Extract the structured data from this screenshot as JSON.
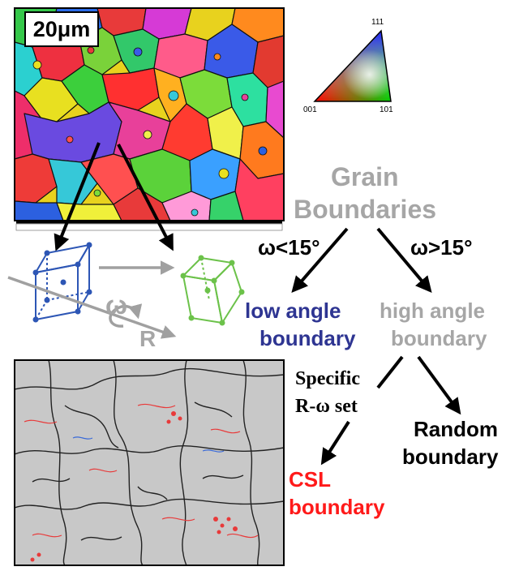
{
  "scale_bar": "20μm",
  "ipf_key": {
    "top": "111",
    "left": "001",
    "right": "101"
  },
  "header": {
    "line1": "Grain",
    "line2": "Boundaries"
  },
  "conditions": {
    "low": "ω<15°",
    "high": "ω>15°"
  },
  "low_angle": {
    "line1": "low angle",
    "line2": "boundary"
  },
  "high_angle": {
    "line1": "high angle",
    "line2": "boundary"
  },
  "specific": {
    "line1": "Specific",
    "line2": "R-ω set"
  },
  "random": {
    "line1": "Random",
    "line2": "boundary"
  },
  "csl": {
    "line1": "CSL",
    "line2": "boundary"
  },
  "rotation_labels": {
    "omega": "ω",
    "axis": "R"
  },
  "colors": {
    "gray_text": "#a6a6a6",
    "low_angle_blue": "#2e3592",
    "csl_red": "#ff1a1a",
    "cube_blue": "#2d56b5",
    "cube_green": "#6cc24a",
    "boundary_map_bg": "#c8c8c8",
    "arrow_gray": "#a0a0a0"
  }
}
